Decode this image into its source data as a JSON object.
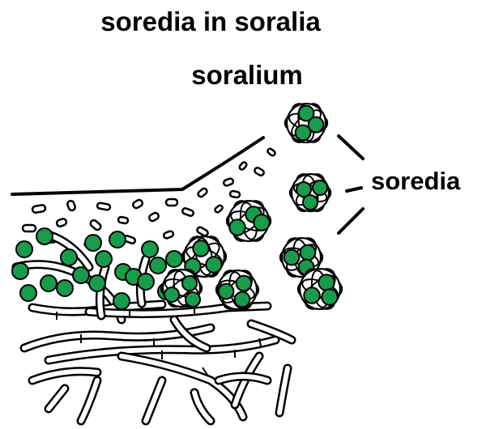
{
  "title": "soredia in soralia",
  "labels": {
    "soralium": "soralium",
    "soredia": "soredia"
  },
  "colors": {
    "algal_cell": "#1a9a4c",
    "outline": "#000000",
    "background": "#ffffff"
  }
}
